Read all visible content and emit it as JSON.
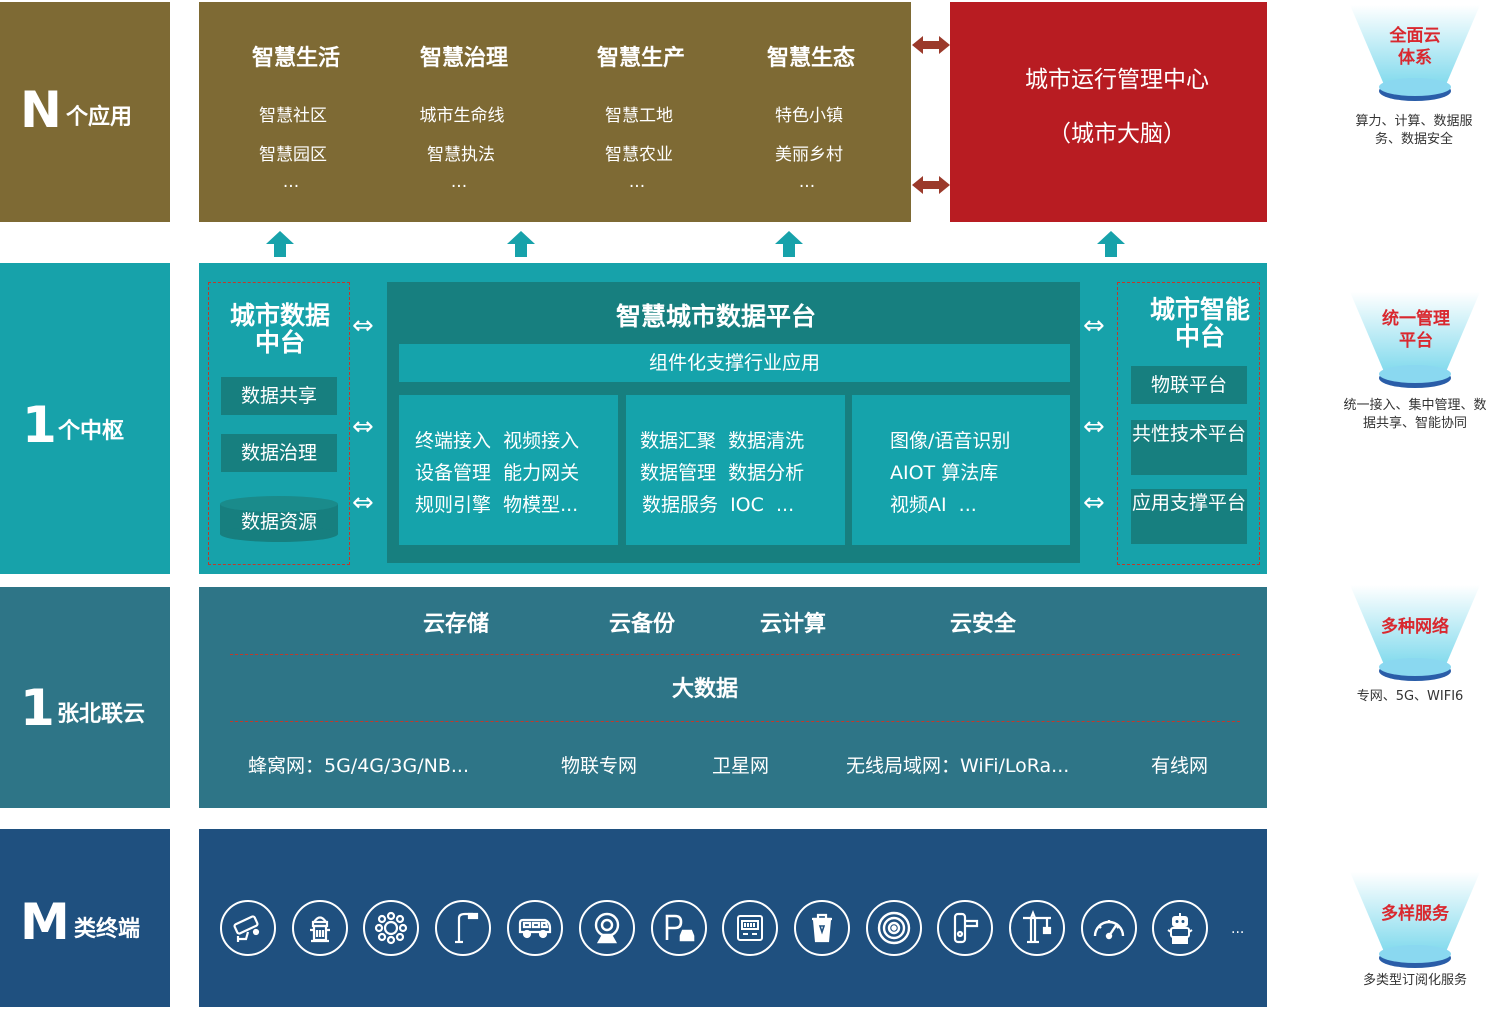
{
  "colors": {
    "brown": "#7e6a34",
    "red": "#b81c22",
    "teal": "#17a2aa",
    "teal_dark": "#177f7f",
    "cloud": "#2e7587",
    "terminal": "#1f507f",
    "side_red": "#d9282f"
  },
  "labels": {
    "n": {
      "big": "N",
      "small": "个应用"
    },
    "hub": {
      "big": "1",
      "small": "个中枢"
    },
    "cloud": {
      "big": "1",
      "small": "张北联云"
    },
    "m": {
      "big": "M",
      "small": "类终端"
    }
  },
  "apps": {
    "columns": [
      {
        "title": "智慧生活",
        "items": [
          "智慧社区",
          "智慧园区",
          "..."
        ]
      },
      {
        "title": "智慧治理",
        "items": [
          "城市生命线",
          "智慧执法",
          "..."
        ]
      },
      {
        "title": "智慧生产",
        "items": [
          "智慧工地",
          "智慧农业",
          "..."
        ]
      },
      {
        "title": "智慧生态",
        "items": [
          "特色小镇",
          "美丽乡村",
          "..."
        ]
      }
    ]
  },
  "brain": {
    "line1": "城市运行管理中心",
    "line2": "（城市大脑）"
  },
  "hub": {
    "data_center": {
      "title": "城市数据中台",
      "items": [
        "数据共享",
        "数据治理",
        "数据资源"
      ]
    },
    "platform": {
      "title": "智慧城市数据平台",
      "subtitle": "组件化支撑行业应用",
      "cells": [
        {
          "rows": [
            "终端接入  视频接入",
            "设备管理  能力网关",
            "规则引擎  物模型..."
          ]
        },
        {
          "rows": [
            "数据汇聚  数据清洗",
            "数据管理  数据分析",
            "数据服务  IOC  ..."
          ]
        },
        {
          "rows": [
            "图像/语音识别",
            "AIOT 算法库",
            "视频AI  ..."
          ]
        }
      ]
    },
    "ai_center": {
      "title": "城市智能中台",
      "items": [
        "物联平台",
        "共性技术平台",
        "应用支撑平台"
      ]
    }
  },
  "cloud": {
    "services": [
      "云存储",
      "云备份",
      "云计算",
      "云安全"
    ],
    "bigdata": "大数据",
    "networks": [
      "蜂窝网：5G/4G/3G/NB...",
      "物联专网",
      "卫星网",
      "无线局域网：WiFi/LoRa...",
      "有线网"
    ]
  },
  "terminals": {
    "icons": [
      "cctv-camera-icon",
      "fire-hydrant-icon",
      "sensor-node-icon",
      "street-lamp-icon",
      "vehicle-icon",
      "webcam-icon",
      "parking-icon",
      "smart-panel-icon",
      "trash-bin-icon",
      "radar-icon",
      "smart-lock-icon",
      "tower-crane-icon",
      "gauge-icon",
      "robot-icon"
    ],
    "more": "..."
  },
  "side": [
    {
      "title": "全面云体系",
      "desc": "算力、计算、数据服务、数据安全"
    },
    {
      "title": "统一管理平台",
      "desc": "统一接入、集中管理、数据共享、智能协同"
    },
    {
      "title": "多种网络",
      "desc": "专网、5G、WIFI6"
    },
    {
      "title": "多样服务",
      "desc": "多类型订阅化服务"
    }
  ]
}
